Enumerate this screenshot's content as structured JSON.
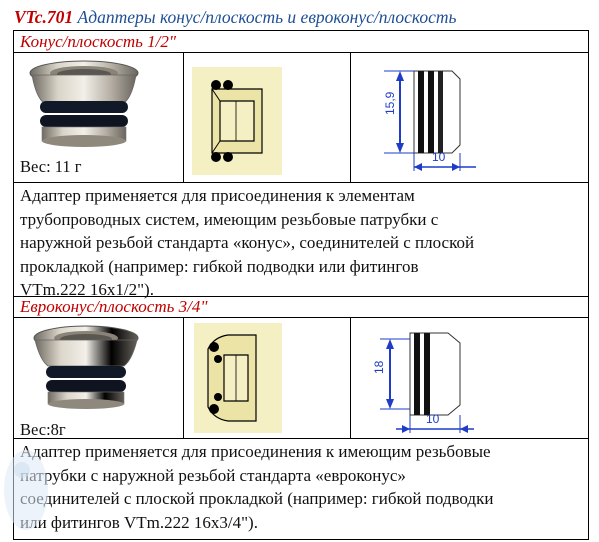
{
  "header": {
    "code": "VTc.701",
    "title_rest": " Адаптеры конус/плоскость и евроконус/плоскость"
  },
  "sections": [
    {
      "title": "Конус/плоскость 1/2\"",
      "weight": "Вес: 11 г",
      "dimension_vertical": "15,9",
      "dimension_horizontal": "10",
      "description_lines": [
        "Адаптер применяется для присоединения к элементам",
        "трубопроводных систем, имеющим резьбовые патрубки с",
        "наружной резьбой стандарта «конус», соединителей с плоской",
        "прокладкой (например: гибкой подводки или фитингов",
        "VTm.222 16x1/2\")."
      ]
    },
    {
      "title": "Евроконус/плоскость 3/4\"",
      "weight": "Вес:8г",
      "dimension_vertical": "18",
      "dimension_horizontal": "10",
      "description_lines": [
        "Адаптер применяется для присоединения к имеющим резьбовые",
        "патрубки с наружной резьбой стандарта «евроконус»",
        "соединителей с плоской прокладкой (например: гибкой подводки",
        "или фитингов VTm.222 16x3/4\")."
      ]
    }
  ],
  "colors": {
    "accent_red": "#c00000",
    "title_blue": "#1f4e96",
    "section_bg_cream": "#f5efc4",
    "dimension_blue": "#1e3cc8"
  }
}
